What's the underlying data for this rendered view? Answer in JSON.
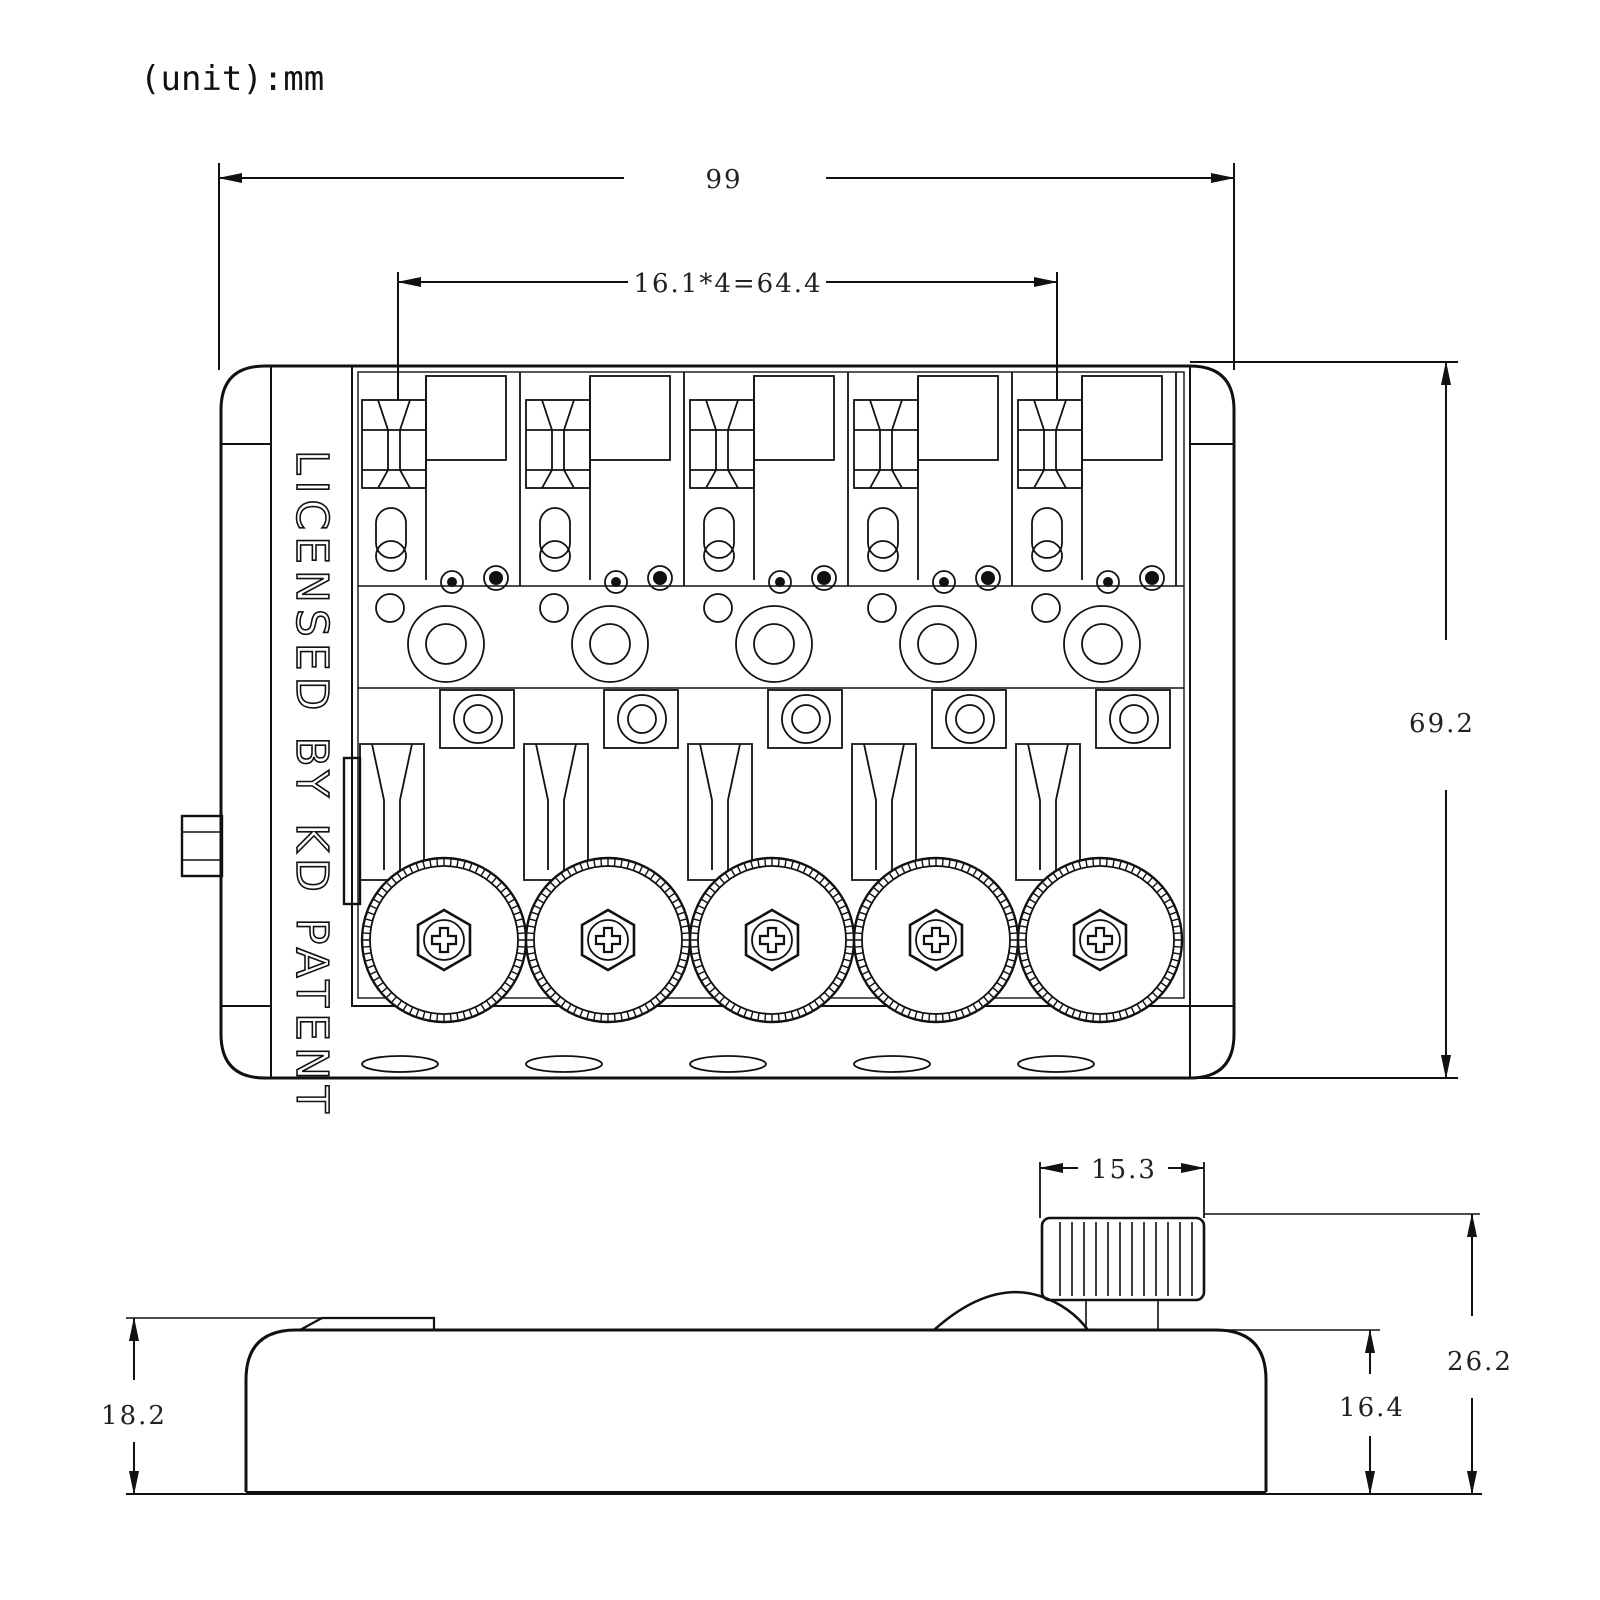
{
  "unit_label": "(unit):mm",
  "dimensions": {
    "overall_width": "99",
    "string_spacing": "16.1*4=64.4",
    "overall_length": "69.2",
    "saddle_width": "15.3",
    "base_height": "18.2",
    "body_height": "16.4",
    "total_height": "26.2"
  },
  "engraving": "LICENSED BY KD PATENT",
  "string_count": 5
}
